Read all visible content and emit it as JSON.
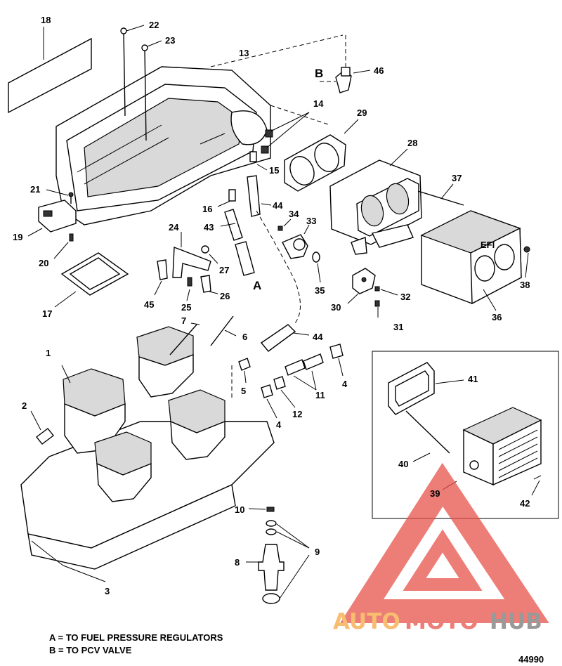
{
  "callouts": {
    "c1": "1",
    "c2": "2",
    "c3": "3",
    "c4a": "4",
    "c4b": "4",
    "c5": "5",
    "c6": "6",
    "c7": "7",
    "c8": "8",
    "c9": "9",
    "c10": "10",
    "c11": "11",
    "c12": "12",
    "c13": "13",
    "c14": "14",
    "c15": "15",
    "c16": "16",
    "c17": "17",
    "c18": "18",
    "c19": "19",
    "c20": "20",
    "c21": "21",
    "c22": "22",
    "c23": "23",
    "c24": "24",
    "c25": "25",
    "c26": "26",
    "c27": "27",
    "c28": "28",
    "c29": "29",
    "c30": "30",
    "c31": "31",
    "c32": "32",
    "c33": "33",
    "c34": "34",
    "c35": "35",
    "c36": "36",
    "c37": "37",
    "c38": "38",
    "c39": "39",
    "c40": "40",
    "c41": "41",
    "c42": "42",
    "c43": "43",
    "c44a": "44",
    "c44b": "44",
    "c45": "45",
    "c46": "46"
  },
  "letters": {
    "a": "A",
    "b": "B"
  },
  "legend": {
    "a": "A = TO FUEL PRESSURE REGULATORS",
    "b": "B = TO PCV VALVE"
  },
  "figure_number": "44990",
  "decals": {
    "efi": "EFI"
  },
  "watermark": {
    "text_part1": "AUTO",
    "text_part2": "MOTO",
    "text_part3": "HUB",
    "color_orange": "#f5a742",
    "color_red": "#e8524a",
    "color_gray": "#777777"
  }
}
